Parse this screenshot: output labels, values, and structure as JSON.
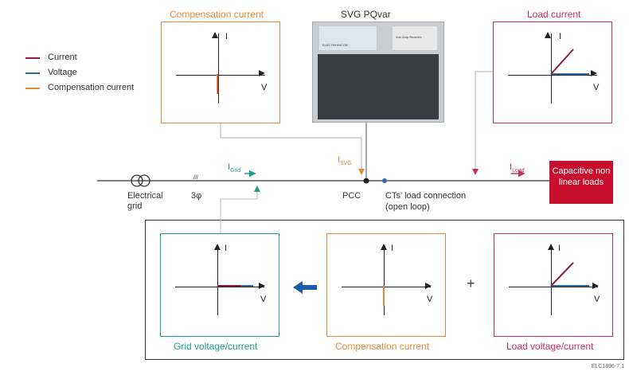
{
  "colors": {
    "current": "#8b1e3f",
    "voltage": "#2e6ca4",
    "compensation": "#e2893b",
    "grid_green": "#1f9e8a",
    "load_red": "#c8102e",
    "arrow_blue": "#1d5ca8"
  },
  "legend": {
    "current": "Current",
    "voltage": "Voltage",
    "compensation": "Compensation current"
  },
  "top": {
    "compensation_title": "Compensation current",
    "svg_title": "SVG PQvar",
    "load_title": "Load current"
  },
  "axes": {
    "i_label": "I",
    "v_label": "V"
  },
  "line": {
    "i_grid": "I",
    "i_grid_sub": "Grid",
    "i_svg": "I",
    "i_svg_sub": "SVG",
    "i_load": "I",
    "i_load_sub": "Load",
    "electrical_grid": "Electrical grid",
    "three_phase_mark": "///",
    "three_phase": "3φ",
    "pcc": "PCC",
    "cts": "CTs' load connection",
    "open_loop": "(open loop)",
    "load_box": "Capacitive non linear loads"
  },
  "bottom": {
    "grid_title": "Grid voltage/current",
    "comp_title": "Compensation current",
    "load_title": "Load voltage/current",
    "plus": "+"
  },
  "device": {
    "logo_text": "ELECTRONICON",
    "panel_text": "Volt-Amp Reactive"
  },
  "reference": "ELC1896-7.1"
}
